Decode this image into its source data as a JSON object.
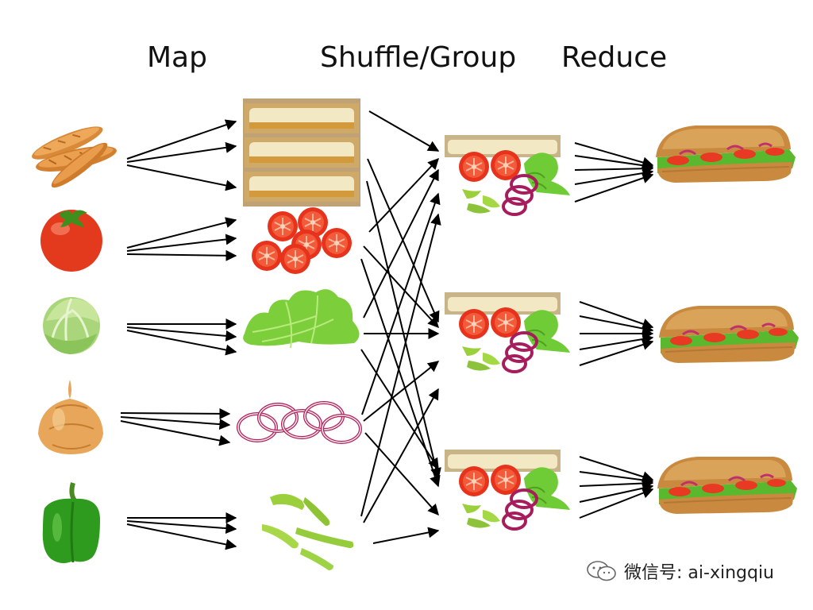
{
  "stages": {
    "map": "Map",
    "shuffle": "Shuffle/Group",
    "reduce": "Reduce"
  },
  "inputs": [
    {
      "name": "bread",
      "icon": "baguette-icon"
    },
    {
      "name": "tomato",
      "icon": "tomato-icon"
    },
    {
      "name": "lettuce",
      "icon": "lettuce-icon"
    },
    {
      "name": "onion",
      "icon": "onion-icon"
    },
    {
      "name": "pepper",
      "icon": "green-pepper-icon"
    }
  ],
  "mapped": [
    {
      "name": "sliced-bread",
      "icon": "sliced-bread-icon"
    },
    {
      "name": "tomato-slices",
      "icon": "tomato-slices-icon"
    },
    {
      "name": "lettuce-leaves",
      "icon": "lettuce-leaves-icon"
    },
    {
      "name": "onion-rings",
      "icon": "onion-rings-icon"
    },
    {
      "name": "pepper-strips",
      "icon": "pepper-strips-icon"
    }
  ],
  "groups": [
    "group-1",
    "group-2",
    "group-3"
  ],
  "outputs": [
    "sandwich-1",
    "sandwich-2",
    "sandwich-3"
  ],
  "colors": {
    "bread": "#d98b3a",
    "tomato": "#e8371f",
    "lettuce": "#7ccf3a",
    "onion": "#c0396b",
    "pepper": "#2f9b1e",
    "arrow": "#000000"
  },
  "watermark": {
    "text": "微信号: ai-xingqiu",
    "icon": "wechat-icon"
  }
}
